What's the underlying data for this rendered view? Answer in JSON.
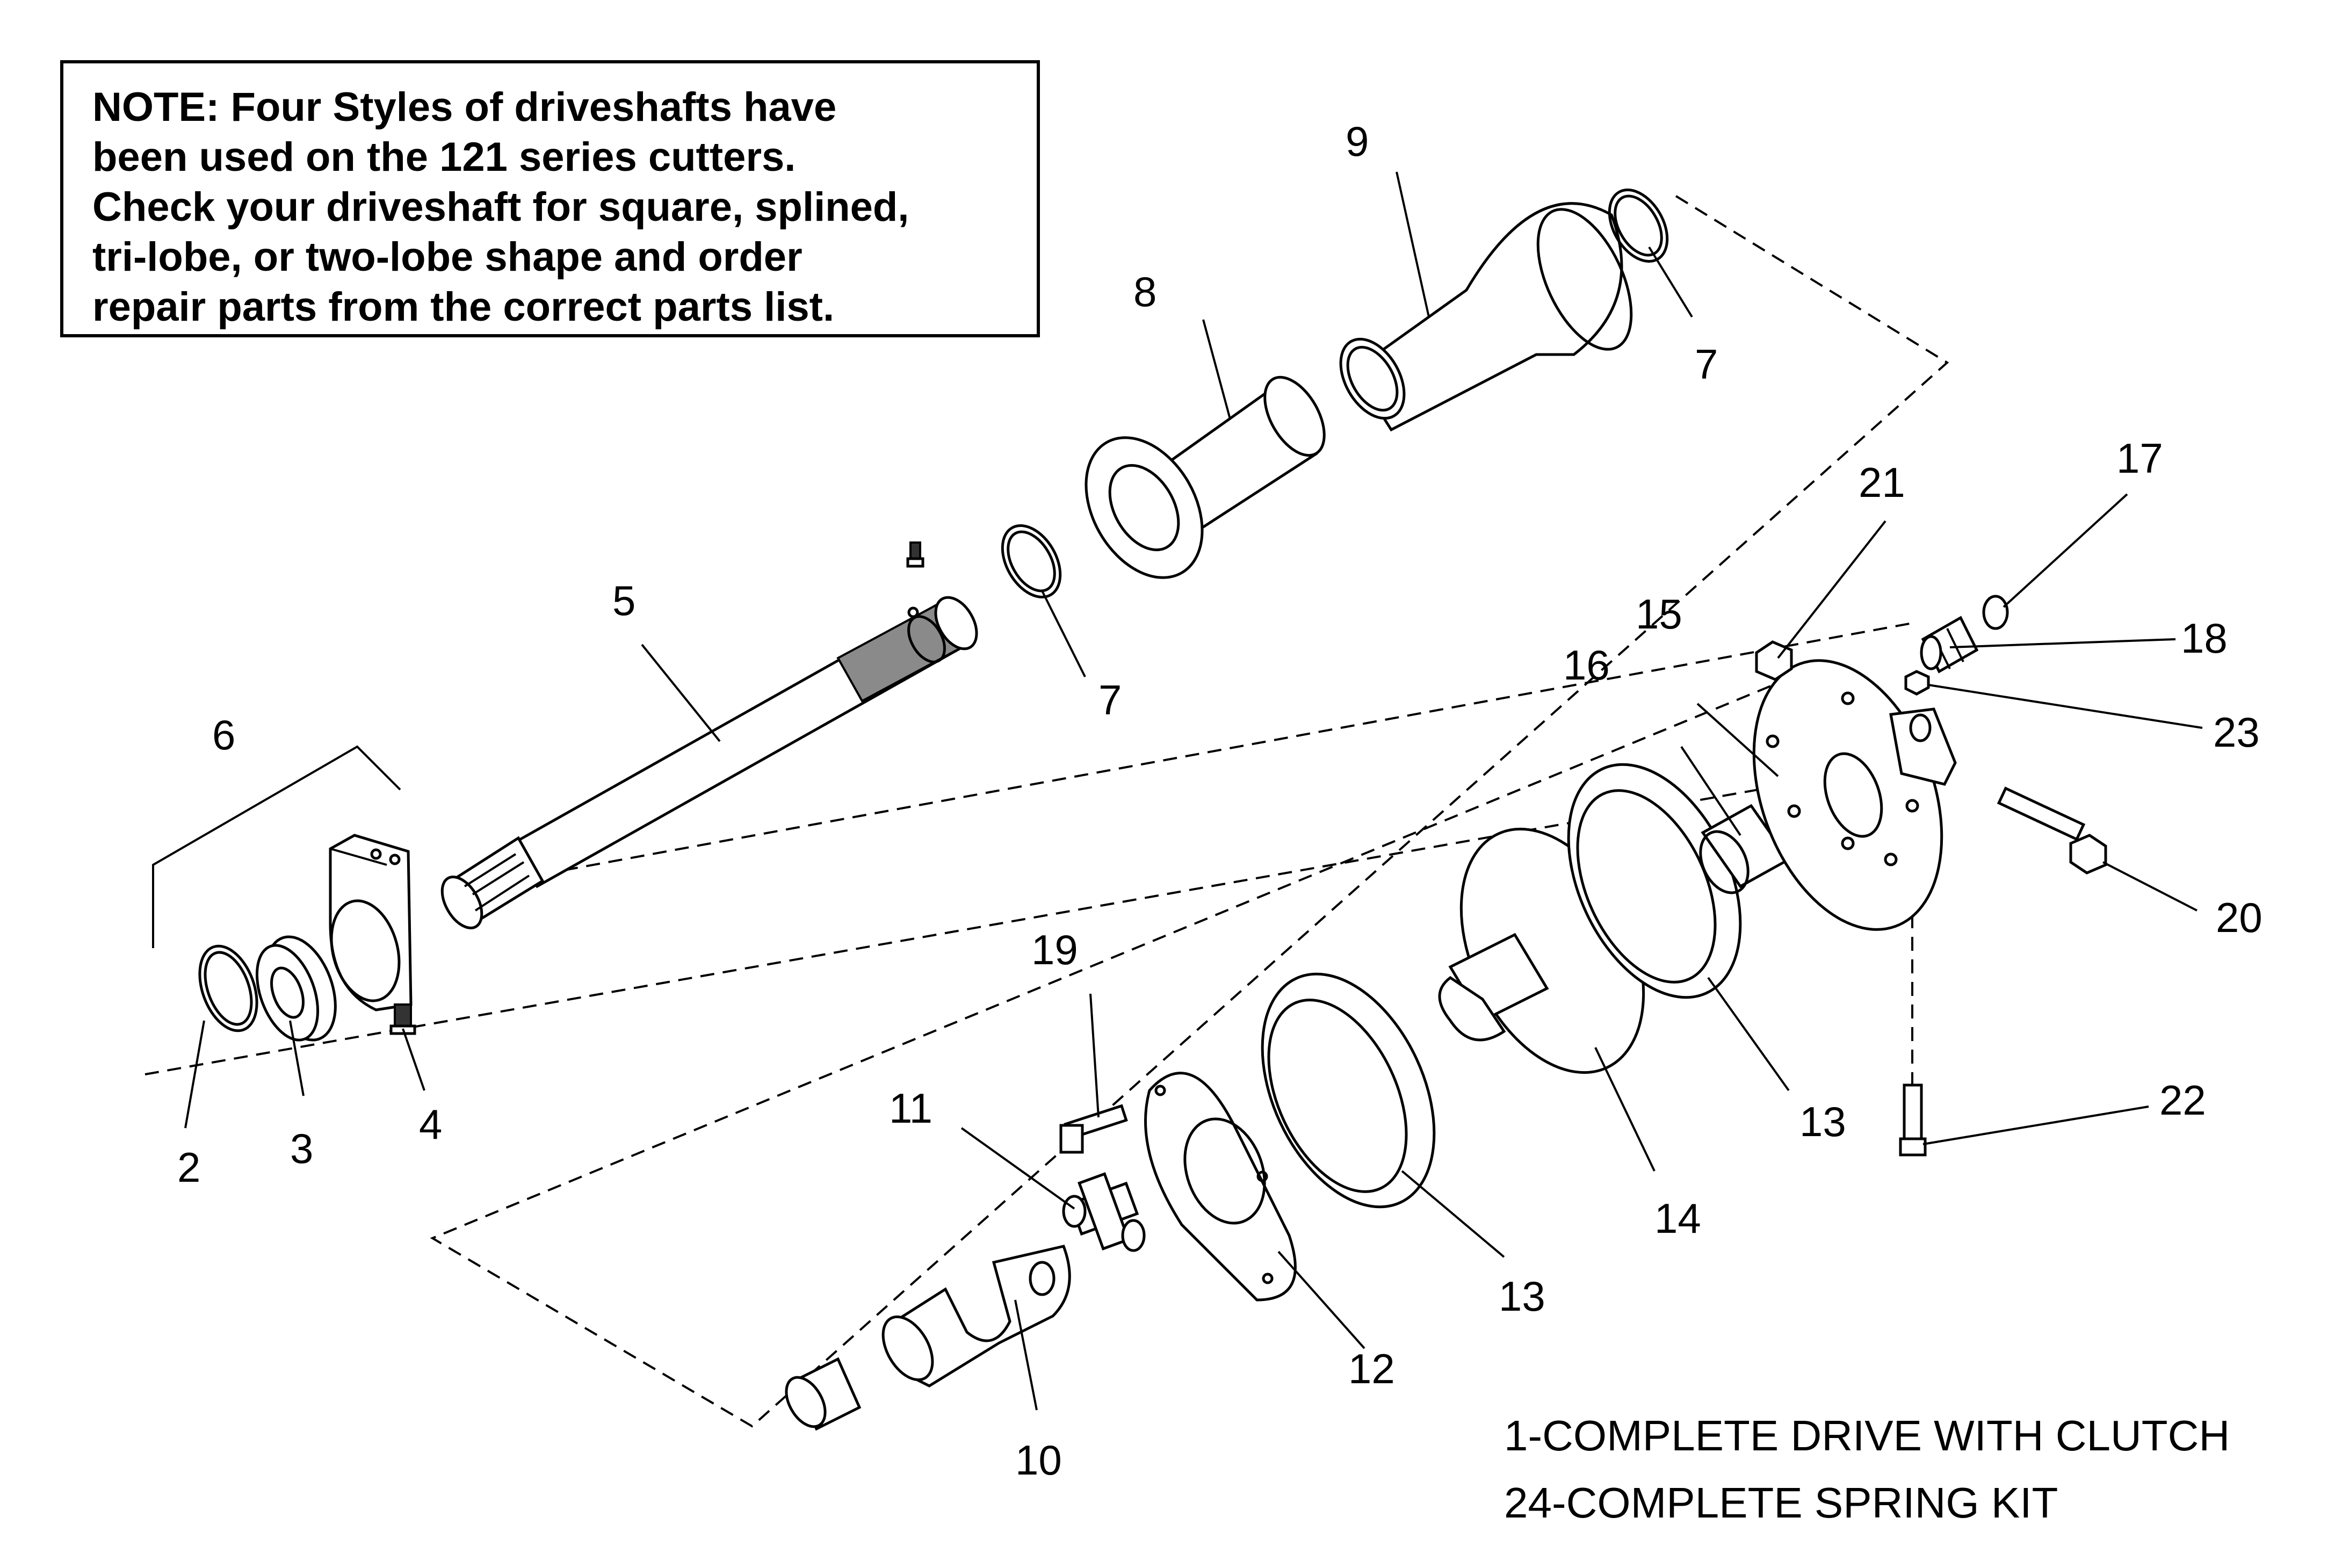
{
  "note": {
    "lines": [
      "NOTE: Four Styles of driveshafts have",
      "been used on the 121 series cutters.",
      "Check your driveshaft for square, splined,",
      "tri-lobe, or two-lobe  shape and order",
      "repair parts from the correct parts list."
    ]
  },
  "callouts": {
    "c2": "2",
    "c3": "3",
    "c4": "4",
    "c5": "5",
    "c6": "6",
    "c7a": "7",
    "c7b": "7",
    "c8": "8",
    "c9": "9",
    "c10": "10",
    "c11": "11",
    "c12": "12",
    "c13a": "13",
    "c13b": "13",
    "c14": "14",
    "c15": "15",
    "c16": "16",
    "c17": "17",
    "c18": "18",
    "c19": "19",
    "c20": "20",
    "c21": "21",
    "c22": "22",
    "c23": "23"
  },
  "footer": {
    "line1": "1-COMPLETE DRIVE WITH CLUTCH",
    "line2": "24-COMPLETE SPRING KIT"
  }
}
